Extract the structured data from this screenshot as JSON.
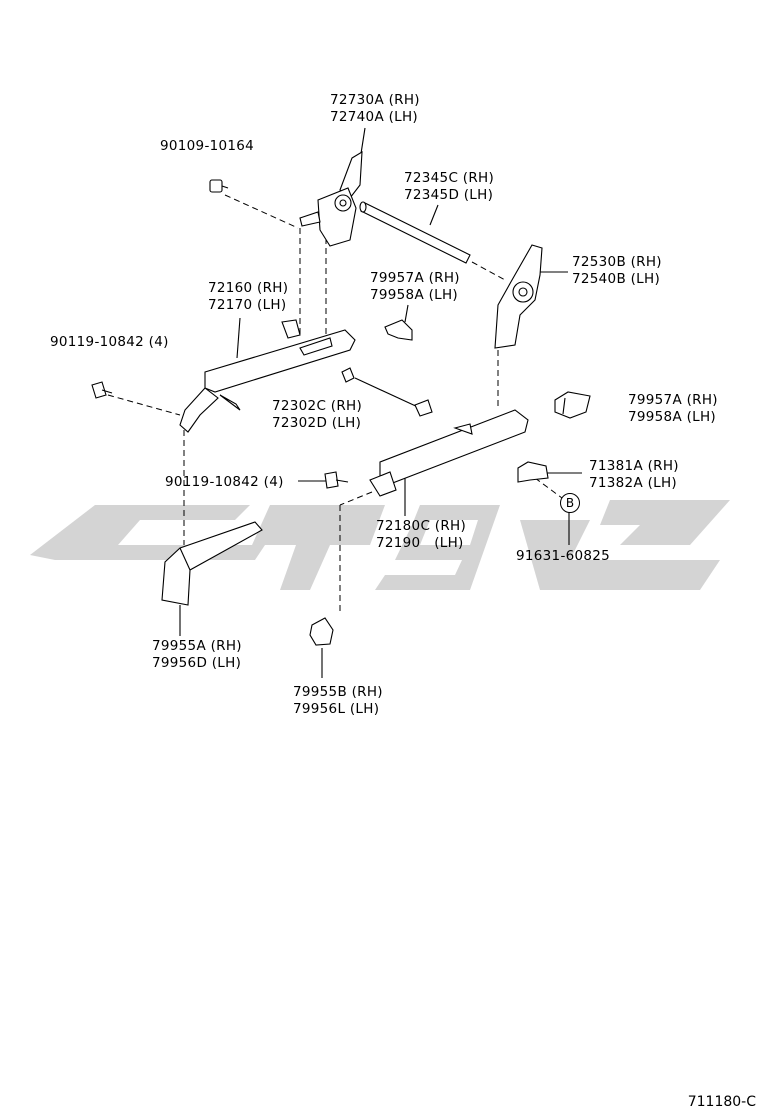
{
  "parts": [
    {
      "id": "p1",
      "lines": [
        "72730A (RH)",
        "72740A (LH)"
      ]
    },
    {
      "id": "p2",
      "lines": [
        "90109-10164"
      ]
    },
    {
      "id": "p3",
      "lines": [
        "72345C (RH)",
        "72345D (LH)"
      ]
    },
    {
      "id": "p4",
      "lines": [
        "72530B (RH)",
        "72540B (LH)"
      ]
    },
    {
      "id": "p5",
      "lines": [
        "72160 (RH)",
        "72170 (LH)"
      ]
    },
    {
      "id": "p6",
      "lines": [
        "79957A (RH)",
        "79958A (LH)"
      ]
    },
    {
      "id": "p7",
      "lines": [
        "90119-10842 (4)"
      ]
    },
    {
      "id": "p8",
      "lines": [
        "72302C (RH)",
        "72302D (LH)"
      ]
    },
    {
      "id": "p9",
      "lines": [
        "79957A (RH)",
        "79958A (LH)"
      ]
    },
    {
      "id": "p10",
      "lines": [
        "71381A (RH)",
        "71382A (LH)"
      ]
    },
    {
      "id": "p11",
      "lines": [
        "90119-10842 (4)"
      ]
    },
    {
      "id": "p12",
      "lines": [
        "72180C (RH)",
        "72190   (LH)"
      ]
    },
    {
      "id": "p13",
      "lines": [
        "91631-60825"
      ]
    },
    {
      "id": "p14",
      "lines": [
        "79955A (RH)",
        "79956D (LH)"
      ]
    },
    {
      "id": "p15",
      "lines": [
        "79955B (RH)",
        "79956L (LH)"
      ]
    }
  ],
  "ref_marker": "B",
  "figure_number": "711180-C",
  "colors": {
    "line": "#000000",
    "watermark": "#d4d4d4",
    "fill": "#ffffff"
  }
}
